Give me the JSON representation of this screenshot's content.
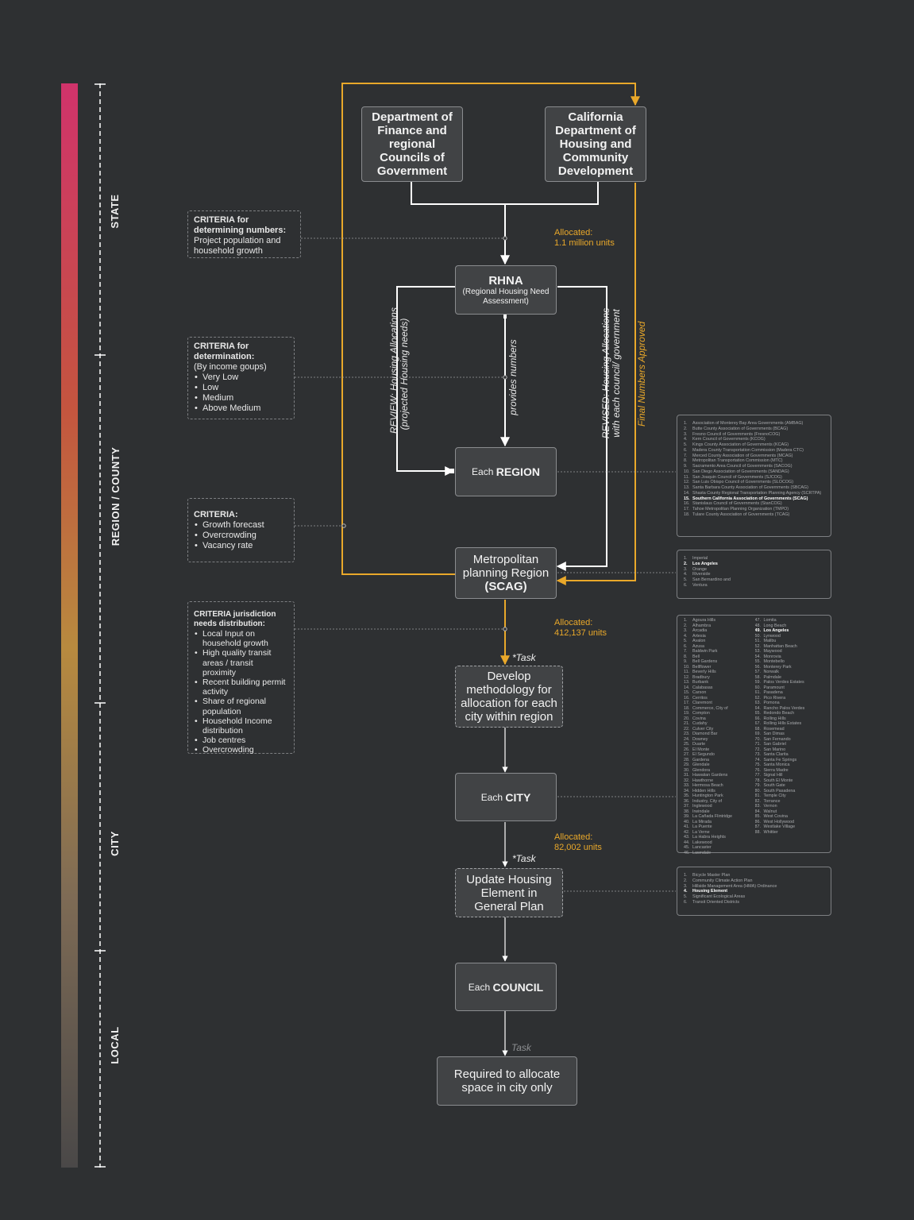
{
  "scale": {
    "levels": [
      "STATE",
      "REGION / COUNTY",
      "CITY",
      "LOCAL"
    ]
  },
  "nodes": {
    "dof": "Department of Finance and regional Councils of Government",
    "hcd": "California Department of Housing and Community Development",
    "rhna_title": "RHNA",
    "rhna_sub": "(Regional Housing Need Assessment)",
    "region_pre": "Each ",
    "region_b": "REGION",
    "mpr_line1": "Metropolitan",
    "mpr_line2": "planning Region",
    "mpr_b": "(SCAG)",
    "develop": "Develop methodology for allocation for each city within region",
    "city_pre": "Each ",
    "city_b": "CITY",
    "update": "Update Housing Element in General Plan",
    "council_pre": "Each ",
    "council_b": "COUNCIL",
    "required": "Required to allocate space in city only"
  },
  "edge_labels": {
    "review_1": "REVIEW: Housing Allocations",
    "review_2": "(projected Housing needs)",
    "provides": "provides numbers",
    "revised_1": "REVISED: Housing Allocations",
    "revised_2": "with each council/ government",
    "final": "Final Numbers Approved",
    "task1": "*Task",
    "task2": "*Task",
    "task3": "Task"
  },
  "allocations": {
    "a1_label": "Allocated:",
    "a1_value": "1.1 million units",
    "a2_label": "Allocated:",
    "a2_value": "412,137 units",
    "a3_label": "Allocated:",
    "a3_value": "82,002 units"
  },
  "criteria": {
    "c1_title": "CRITERIA for determining numbers:",
    "c1_text": "Project population and household growth",
    "c2_title": "CRITERIA for determination:",
    "c2_sub": "(By income goups)",
    "c2_items": [
      "Very Low",
      "Low",
      "Medium",
      "Above Medium"
    ],
    "c3_title": "CRITERIA:",
    "c3_items": [
      "Growth forecast",
      "Overcrowding",
      "Vacancy rate"
    ],
    "c4_title": "CRITERIA jurisdiction needs distribution:",
    "c4_items": [
      "Local Input on household growth",
      "High quality transit areas / transit proximity",
      "Recent building permit activity",
      "Share of regional population",
      "Household Income distribution",
      "Job centres",
      "Overcrowding"
    ]
  },
  "lists": {
    "regions": [
      "Association of Monterey Bay Area Governments (AMBAG)",
      "Butte County Association of Governments (BCAG)",
      "Fresno Council of Governments (FresnoCOG)",
      "Kern Council of Governments (KCOG)",
      "Kings County Association of Governments (KCAG)",
      "Madera County Transportation Commission (Madera CTC)",
      "Merced County Association of Governments (MCAG)",
      "Metropolitan Transportation Commission (MTC)",
      "Sacramento Area Council of Governments (SACOG)",
      "San Diego Association of Governments (SANDAG)",
      "San Joaquin Council of Governments (SJCOG)",
      "San Luis Obispo Council of Governments (SLOCOG)",
      "Santa Barbara County Association of Governments (SBCAG)",
      "Shasta County Regional Transportation Planning Agency (SCRTPA)",
      "Southern California Association of Governments (SCAG)",
      "Stanislaus Council of Governments (StanCOG)",
      "Tahoe Metropolitan Planning Organization (TMPO)",
      "Tulare County Association of Governments (TCAG)"
    ],
    "regions_hl": 14,
    "counties": [
      "Imperial",
      "Los Angeles",
      "Orange",
      "Riverside",
      "San Bernardino and",
      "Ventura"
    ],
    "counties_hl": 1,
    "cities_col1": [
      "Agoura Hills",
      "Alhambra",
      "Arcadia",
      "Artesia",
      "Avalon",
      "Azusa",
      "Baldwin Park",
      "Bell",
      "Bell Gardens",
      "Bellflower",
      "Beverly Hills",
      "Bradbury",
      "Burbank",
      "Calabasas",
      "Carson",
      "Cerritos",
      "Claremont",
      "Commerce, City of",
      "Compton",
      "Covina",
      "Cudahy",
      "Culver City",
      "Diamond Bar",
      "Downey",
      "Duarte",
      "El Monte",
      "El Segundo",
      "Gardena",
      "Glendale",
      "Glendora",
      "Hawaiian Gardens",
      "Hawthorne",
      "Hermosa Beach",
      "Hidden Hills",
      "Huntington Park",
      "Industry, City of",
      "Inglewood",
      "Irwindale",
      "La Cañada Flintridge",
      "La Mirada",
      "La Puente",
      "La Verne",
      "La Habra Heights",
      "Lakewood",
      "Lancaster",
      "Lawndale"
    ],
    "cities_col2": [
      "Lomita",
      "Long Beach",
      "Los Angeles",
      "Lynwood",
      "Malibu",
      "Manhattan Beach",
      "Maywood",
      "Monrovia",
      "Montebello",
      "Monterey Park",
      "Norwalk",
      "Palmdale",
      "Palos Verdes Estates",
      "Paramount",
      "Pasadena",
      "Pico Rivera",
      "Pomona",
      "Rancho Palos Verdes",
      "Redondo Beach",
      "Rolling Hills",
      "Rolling Hills Estates",
      "Rosemead",
      "San Dimas",
      "San Fernando",
      "San Gabriel",
      "San Marino",
      "Santa Clarita",
      "Santa Fe Springs",
      "Santa Monica",
      "Sierra Madre",
      "Signal Hill",
      "South El Monte",
      "South Gate",
      "South Pasadena",
      "Temple City",
      "Torrance",
      "Vernon",
      "Walnut",
      "West Covina",
      "West Hollywood",
      "Westlake Village",
      "Whittier"
    ],
    "cities_hl2": 2,
    "plans": [
      "Bicycle Master Plan",
      "Community Climate Action Plan",
      "Hillside Management Area (HMA) Ordinance",
      "Housing Element",
      "Significant Ecological Areas",
      "Transit Oriented Districts"
    ],
    "plans_hl": 3
  },
  "colors": {
    "background": "#2e3032",
    "box_fill": "#414345",
    "accent": "#e9a82a",
    "line": "#ffffff"
  }
}
